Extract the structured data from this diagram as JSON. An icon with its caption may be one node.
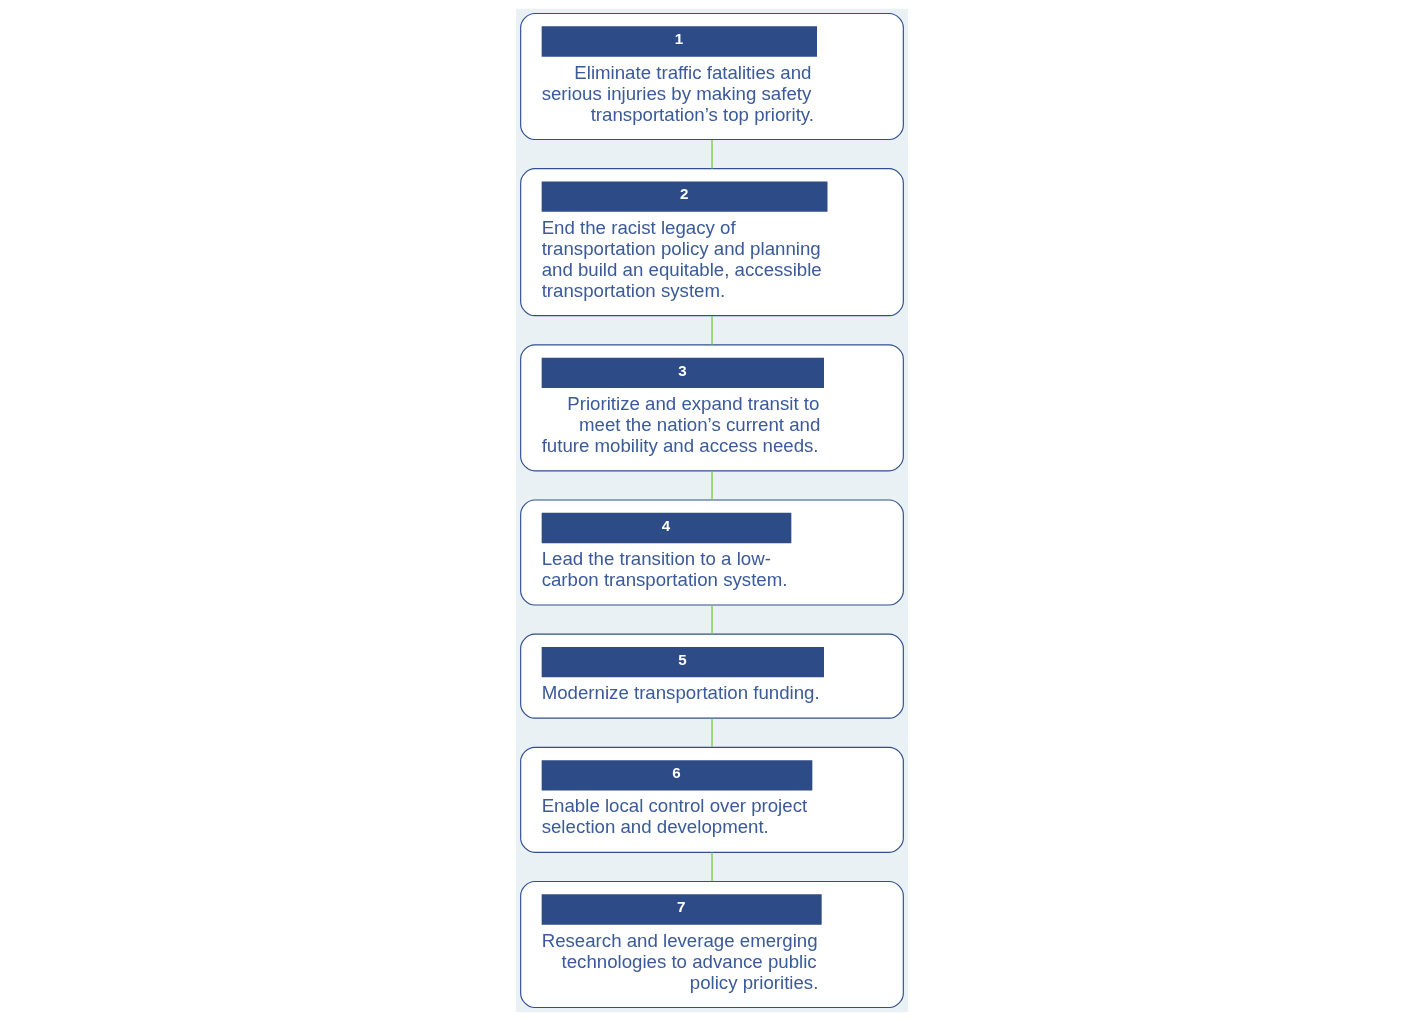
{
  "diagram": {
    "nodes": [
      {
        "text": [
          "1",
          "Eliminate traffic fatalities and serious injuries by making safety transportation’s top priority."
        ]
      },
      {
        "text": [
          "2",
          "End the racist legacy of transportation policy and planning and build an equitable, accessible transportation system."
        ]
      },
      {
        "text": [
          "3",
          "Prioritize and expand transit to meet the nation’s current and future mobility and access needs."
        ]
      },
      {
        "text": [
          "4",
          "Lead the transition to a low-carbon transportation system."
        ]
      },
      {
        "text": [
          "5",
          "Modernize transportation funding."
        ]
      },
      {
        "text": [
          "6",
          "Enable local control over project selection and development."
        ]
      },
      {
        "text": [
          "7",
          "Research and leverage emerging technologies to advance public policy priorities."
        ]
      }
    ],
    "edges": [
      {
        "from": 0,
        "to": 1,
        "arrow": "none"
      },
      {
        "from": 1,
        "to": 2,
        "arrow": "none"
      },
      {
        "from": 2,
        "to": 3,
        "arrow": "none"
      },
      {
        "from": 3,
        "to": 4,
        "arrow": "none"
      },
      {
        "from": 4,
        "to": 5,
        "arrow": "none"
      },
      {
        "from": 5,
        "to": 6,
        "arrow": "none"
      }
    ]
  }
}
